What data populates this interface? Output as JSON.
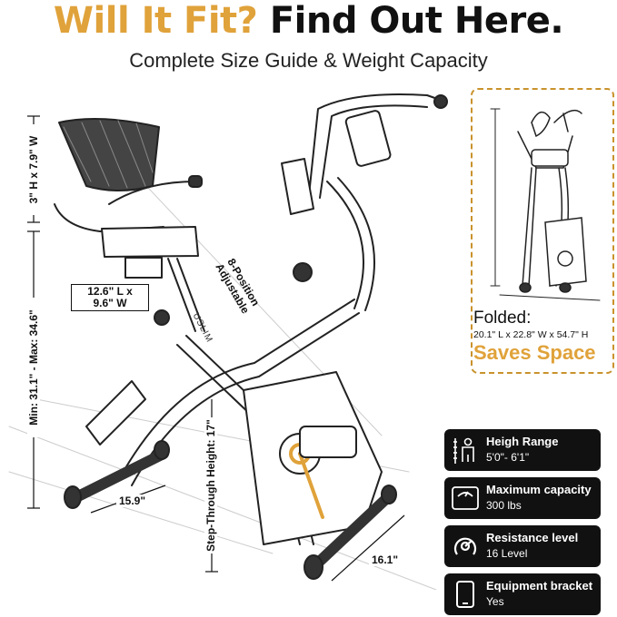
{
  "header": {
    "title_part1": "Will It Fit?",
    "title_part2": "Find Out Here.",
    "subtitle": "Complete Size Guide & Weight Capacity"
  },
  "dimensions": {
    "backrest_height": "3\" H x 7.9\" W",
    "seat_height": "Min: 31.1\"  - Max: 34.6\"",
    "seat_size": "12.6\" L x\n9.6\" W",
    "seat_adjust": "8-Position\nAdjustable",
    "step_through": "Step-Through Height: 17\"",
    "front_width": "15.9\"",
    "rear_length": "16.1\""
  },
  "brand": "USLIM",
  "folded": {
    "title": "Folded:",
    "dims": "20.1\" L x 22.8\" W x 54.7\" H",
    "tagline": "Saves Space"
  },
  "specs": [
    {
      "icon": "height-ruler-icon",
      "title": "Heigh Range",
      "value": "5'0\"- 6'1\""
    },
    {
      "icon": "scale-icon",
      "title": "Maximum capacity",
      "value": "300 lbs"
    },
    {
      "icon": "resistance-dial-icon",
      "title": "Resistance level",
      "value": "16 Level"
    },
    {
      "icon": "tablet-icon",
      "title": "Equipment bracket",
      "value": "Yes"
    }
  ],
  "colors": {
    "accent": "#e0a23a",
    "dark": "#111111",
    "dashed_border": "#c9922c"
  }
}
